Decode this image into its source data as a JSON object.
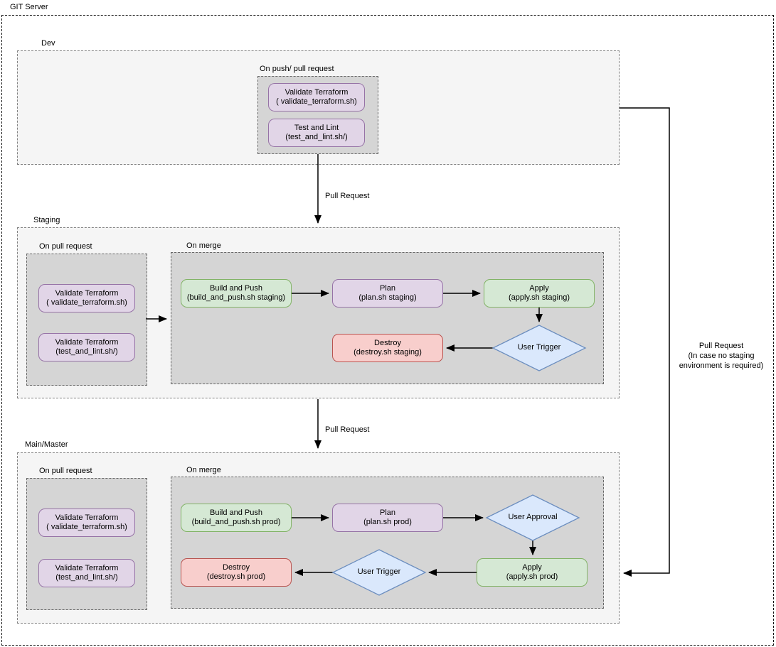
{
  "title": "GIT Server",
  "colors": {
    "purple_fill": "#e1d5e7",
    "purple_stroke": "#9673a6",
    "green_fill": "#d5e8d4",
    "green_stroke": "#82b366",
    "red_fill": "#f8cecc",
    "red_stroke": "#b85450",
    "blue_fill": "#dae8fc",
    "blue_stroke": "#6c8ebf",
    "section_fill": "#f5f5f5",
    "group_fill": "#d5d5d5",
    "line_color": "#000000"
  },
  "dev": {
    "label": "Dev",
    "group_label": "On push/ pull request",
    "validate": {
      "line1": "Validate Terraform",
      "line2": "( validate_terraform.sh)"
    },
    "test_lint": {
      "line1": "Test and Lint",
      "line2": "(test_and_lint.sh/)"
    }
  },
  "staging": {
    "label": "Staging",
    "pull_group_label": "On pull request",
    "merge_group_label": "On merge",
    "validate": {
      "line1": "Validate Terraform",
      "line2": "( validate_terraform.sh)"
    },
    "test_lint": {
      "line1": "Validate Terraform",
      "line2": "(test_and_lint.sh/)"
    },
    "build": {
      "line1": "Build and Push",
      "line2": "(build_and_push.sh staging)"
    },
    "plan": {
      "line1": "Plan",
      "line2": "(plan.sh staging)"
    },
    "apply": {
      "line1": "Apply",
      "line2": "(apply.sh staging)"
    },
    "destroy": {
      "line1": "Destroy",
      "line2": "(destroy.sh staging)"
    },
    "user_trigger": "User Trigger"
  },
  "main": {
    "label": "Main/Master",
    "pull_group_label": "On pull request",
    "merge_group_label": "On merge",
    "validate": {
      "line1": "Validate Terraform",
      "line2": "( validate_terraform.sh)"
    },
    "test_lint": {
      "line1": "Validate Terraform",
      "line2": "(test_and_lint.sh/)"
    },
    "build": {
      "line1": "Build and Push",
      "line2": "(build_and_push.sh prod)"
    },
    "plan": {
      "line1": "Plan",
      "line2": "(plan.sh prod)"
    },
    "apply": {
      "line1": "Apply",
      "line2": "(apply.sh prod)"
    },
    "destroy": {
      "line1": "Destroy",
      "line2": "(destroy.sh prod)"
    },
    "user_approval": "User Approval",
    "user_trigger": "User Trigger"
  },
  "edges": {
    "dev_to_staging": "Pull Request",
    "staging_to_main": "Pull Request",
    "bypass_line1": "Pull Request",
    "bypass_line2": "(In case no staging",
    "bypass_line3": "environment is required)"
  }
}
